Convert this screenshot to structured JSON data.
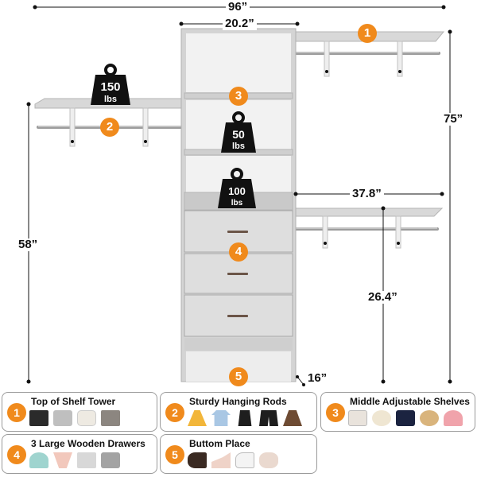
{
  "dimensions": {
    "total_width": "96”",
    "tower_width": "20.2”",
    "right_height": "75”",
    "left_height": "58”",
    "right_lower_width": "37.8”",
    "right_lower_height": "26.4”",
    "depth": "16”"
  },
  "weights": {
    "left_shelf": {
      "value": "150",
      "unit": "lbs"
    },
    "tower_shelf": {
      "value": "50",
      "unit": "lbs"
    },
    "tower_top_drawer": {
      "value": "100",
      "unit": "lbs"
    }
  },
  "markers": [
    "1",
    "2",
    "3",
    "4",
    "5"
  ],
  "legend": [
    {
      "num": "1",
      "title": "Top of Shelf Tower",
      "icons": [
        "storage-box-icon",
        "folded-clothes-icon",
        "pillow-icon",
        "basket-icon"
      ]
    },
    {
      "num": "2",
      "title": "Sturdy Hanging Rods",
      "icons": [
        "dress-icon",
        "shirt-icon",
        "tank-top-icon",
        "shorts-icon",
        "skirt-icon"
      ]
    },
    {
      "num": "3",
      "title": "Middle Adjustable Shelves",
      "icons": [
        "handbag-icon",
        "purse-icon",
        "ring-box-icon",
        "sun-hat-icon",
        "cap-icon"
      ]
    },
    {
      "num": "4",
      "title": "3 Large Wooden Drawers",
      "icons": [
        "bra-icon",
        "underwear-icon",
        "towel-icon",
        "socks-icon"
      ]
    },
    {
      "num": "5",
      "title": "Buttom Place",
      "icons": [
        "dress-shoes-icon",
        "heels-icon",
        "sneakers-icon",
        "slippers-icon"
      ]
    }
  ],
  "colors": {
    "accent": "#f08a1c",
    "panel": "#d9d9d9",
    "panel_dark": "#bdbdbd"
  }
}
